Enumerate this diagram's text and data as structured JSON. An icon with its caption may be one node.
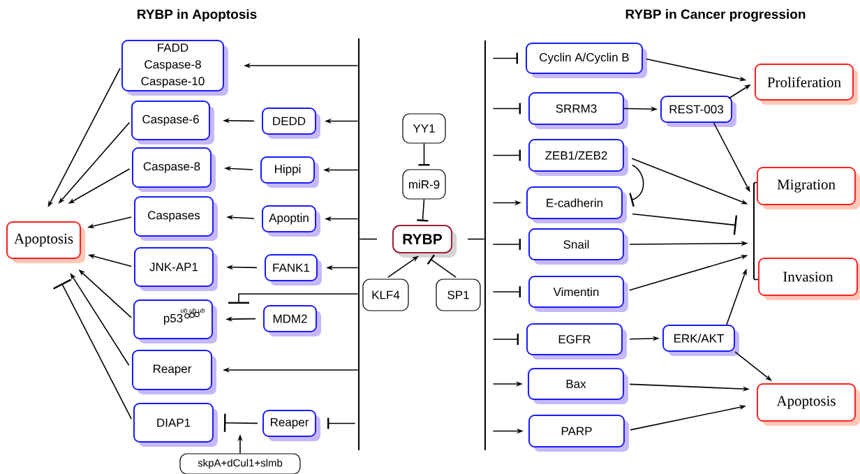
{
  "diagram": {
    "nodes": [
      {
        "text": [],
        "shape": "bar"
      },
      {
        "text": [
          "FADD Caspase-8 Caspase-10"
        ]
      },
      {
        "text": [
          "DEDD"
        ]
      },
      {
        "text": [
          "Caspase-6"
        ]
      },
      {
        "text": [
          "Hippi"
        ]
      },
      {
        "text": [
          "Caspase-8"
        ]
      },
      {
        "text": [
          "Apoptin"
        ]
      },
      {
        "text": [
          "Caspases"
        ]
      },
      {
        "text": [
          "FANK1"
        ]
      },
      {
        "text": [
          "JNK-AP1"
        ]
      },
      {
        "text": [
          "MDM2"
        ]
      },
      {
        "text": [
          "ub ub ub",
          "p53"
        ]
      },
      {
        "text": [
          "Reaper"
        ]
      },
      {
        "text": [
          "Reaper"
        ]
      },
      {
        "text": [
          "DIAP1"
        ]
      },
      {
        "text": [
          "skpA+dCul1+slmb"
        ]
      },
      {
        "text": [
          "Apoptosis"
        ]
      },
      {
        "text": [
          "YY1"
        ]
      },
      {
        "text": [
          "miR-9"
        ]
      },
      {
        "text": [
          "RYBP"
        ]
      },
      {
        "text": [
          "KLF4"
        ]
      },
      {
        "text": [
          "SP1"
        ]
      },
      {
        "text": [],
        "shape": "bar"
      },
      {
        "text": [
          "Cyclin A/Cyclin B"
        ]
      },
      {
        "text": [
          "SRRM3"
        ]
      },
      {
        "text": [
          "REST-003"
        ]
      },
      {
        "text": [
          "Proliferation"
        ]
      },
      {
        "text": [
          "ZEB1/ZEB2"
        ]
      },
      {
        "text": [
          "E-cadherin"
        ]
      },
      {
        "text": [
          "Snail"
        ]
      },
      {
        "text": [
          "Vimentin"
        ]
      },
      {
        "text": [],
        "shape": "bar"
      },
      {
        "text": [
          "Migration"
        ]
      },
      {
        "text": [
          "Invasion"
        ]
      },
      {
        "text": [
          "EGFR"
        ]
      },
      {
        "text": [
          "ERK/AKT"
        ]
      },
      {
        "text": [
          "Bax"
        ]
      },
      {
        "text": [
          "PARP"
        ]
      },
      {
        "text": [
          "Apoptosis"
        ]
      }
    ],
    "edges": [
      {
        "from": 19,
        "to": 0,
        "arrow": "none"
      },
      {
        "from": 19,
        "to": 22,
        "arrow": "none"
      },
      {
        "from": 17,
        "to": 18,
        "arrow": "other"
      },
      {
        "from": 18,
        "to": 19,
        "arrow": "other"
      },
      {
        "from": 20,
        "to": 19,
        "arrow": "to"
      },
      {
        "from": 21,
        "to": 19,
        "arrow": "other"
      },
      {
        "from": 0,
        "to": 1,
        "arrow": "to"
      },
      {
        "from": 0,
        "to": 2,
        "arrow": "to"
      },
      {
        "from": 0,
        "to": 4,
        "arrow": "to"
      },
      {
        "from": 0,
        "to": 6,
        "arrow": "to"
      },
      {
        "from": 0,
        "to": 8,
        "arrow": "to"
      },
      {
        "from": 0,
        "to": 12,
        "arrow": "to"
      },
      {
        "from": 0,
        "to": 13,
        "arrow": "other"
      },
      {
        "from": 0,
        "to": null,
        "arrow": "other"
      },
      {
        "from": 2,
        "to": 3,
        "arrow": "to"
      },
      {
        "from": 4,
        "to": 5,
        "arrow": "to"
      },
      {
        "from": 6,
        "to": 7,
        "arrow": "to"
      },
      {
        "from": 8,
        "to": 9,
        "arrow": "to"
      },
      {
        "from": 10,
        "to": 11,
        "arrow": "to"
      },
      {
        "from": 13,
        "to": 14,
        "arrow": "other"
      },
      {
        "from": 15,
        "to": null,
        "arrow": "to"
      },
      {
        "from": 1,
        "to": 16,
        "arrow": "to"
      },
      {
        "from": 3,
        "to": 16,
        "arrow": "to"
      },
      {
        "from": 5,
        "to": 16,
        "arrow": "to"
      },
      {
        "from": 7,
        "to": 16,
        "arrow": "to"
      },
      {
        "from": 9,
        "to": 16,
        "arrow": "to"
      },
      {
        "from": 11,
        "to": 16,
        "arrow": "to"
      },
      {
        "from": 12,
        "to": 16,
        "arrow": "to"
      },
      {
        "from": 14,
        "to": 16,
        "arrow": "other"
      },
      {
        "from": 22,
        "to": 23,
        "arrow": "other"
      },
      {
        "from": 22,
        "to": 24,
        "arrow": "other"
      },
      {
        "from": 22,
        "to": 27,
        "arrow": "other"
      },
      {
        "from": 22,
        "to": 28,
        "arrow": "to"
      },
      {
        "from": 22,
        "to": 29,
        "arrow": "other"
      },
      {
        "from": 22,
        "to": 30,
        "arrow": "other"
      },
      {
        "from": 22,
        "to": 34,
        "arrow": "other"
      },
      {
        "from": 22,
        "to": 36,
        "arrow": "to"
      },
      {
        "from": 22,
        "to": 37,
        "arrow": "to"
      },
      {
        "from": 23,
        "to": 26,
        "arrow": "to"
      },
      {
        "from": 24,
        "to": 25,
        "arrow": "to"
      },
      {
        "from": 25,
        "to": 26,
        "arrow": "to"
      },
      {
        "from": 25,
        "to": 31,
        "arrow": "to"
      },
      {
        "from": 27,
        "to": 31,
        "arrow": "to"
      },
      {
        "from": 27,
        "to": 28,
        "arrow": "other"
      },
      {
        "from": 28,
        "to": 31,
        "arrow": "other"
      },
      {
        "from": 29,
        "to": 31,
        "arrow": "to"
      },
      {
        "from": 30,
        "to": 31,
        "arrow": "to"
      },
      {
        "from": 34,
        "to": 35,
        "arrow": "to"
      },
      {
        "from": 35,
        "to": 31,
        "arrow": "to"
      },
      {
        "from": 35,
        "to": 38,
        "arrow": "to"
      },
      {
        "from": 36,
        "to": 38,
        "arrow": "to"
      },
      {
        "from": 37,
        "to": 38,
        "arrow": "to"
      },
      {
        "from": 31,
        "to": 32,
        "arrow": "none"
      },
      {
        "from": 31,
        "to": 33,
        "arrow": "none"
      }
    ],
    "labels": [
      "RYBP in Apoptosis",
      "RYBP in Cancer progression"
    ]
  }
}
